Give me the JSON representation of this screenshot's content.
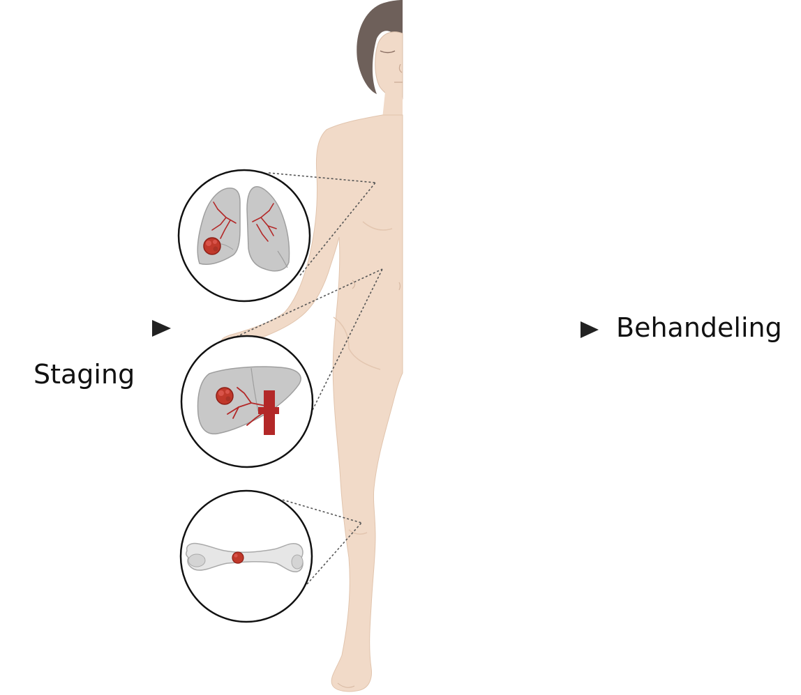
{
  "labels": {
    "staging": "Staging",
    "behandeling": "Behandeling"
  },
  "colors": {
    "skin": "#f1dac8",
    "skin_shadow": "#e3c6b0",
    "hair": "#6e605a",
    "organ_gray": "#c8c8c8",
    "organ_gray_dark": "#a9a9a9",
    "vessel_red": "#b32828",
    "tumor_red": "#c0392b",
    "arrow": "#222222",
    "leader_line": "#555555"
  },
  "insets": [
    {
      "id": "lungs",
      "icon": "lungs-icon"
    },
    {
      "id": "liver",
      "icon": "liver-icon"
    },
    {
      "id": "bone",
      "icon": "femur-bone-icon"
    }
  ]
}
